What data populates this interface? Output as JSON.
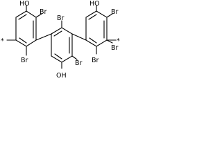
{
  "molecule": {
    "labels": {
      "star_left": "*",
      "star_right": "*",
      "oh_top_left": "HO",
      "br_top_left": "Br",
      "br_bottom_left": "Br",
      "br_mid_top": "Br",
      "br_mid_right": "Br",
      "oh_mid_bottom": "OH",
      "oh_top_right": "HO",
      "br_right_1": "Br",
      "br_right_2": "Br",
      "br_right_3": "Br"
    },
    "colors": {
      "bond": "#000000",
      "label": "#000000",
      "background": "#ffffff"
    }
  }
}
